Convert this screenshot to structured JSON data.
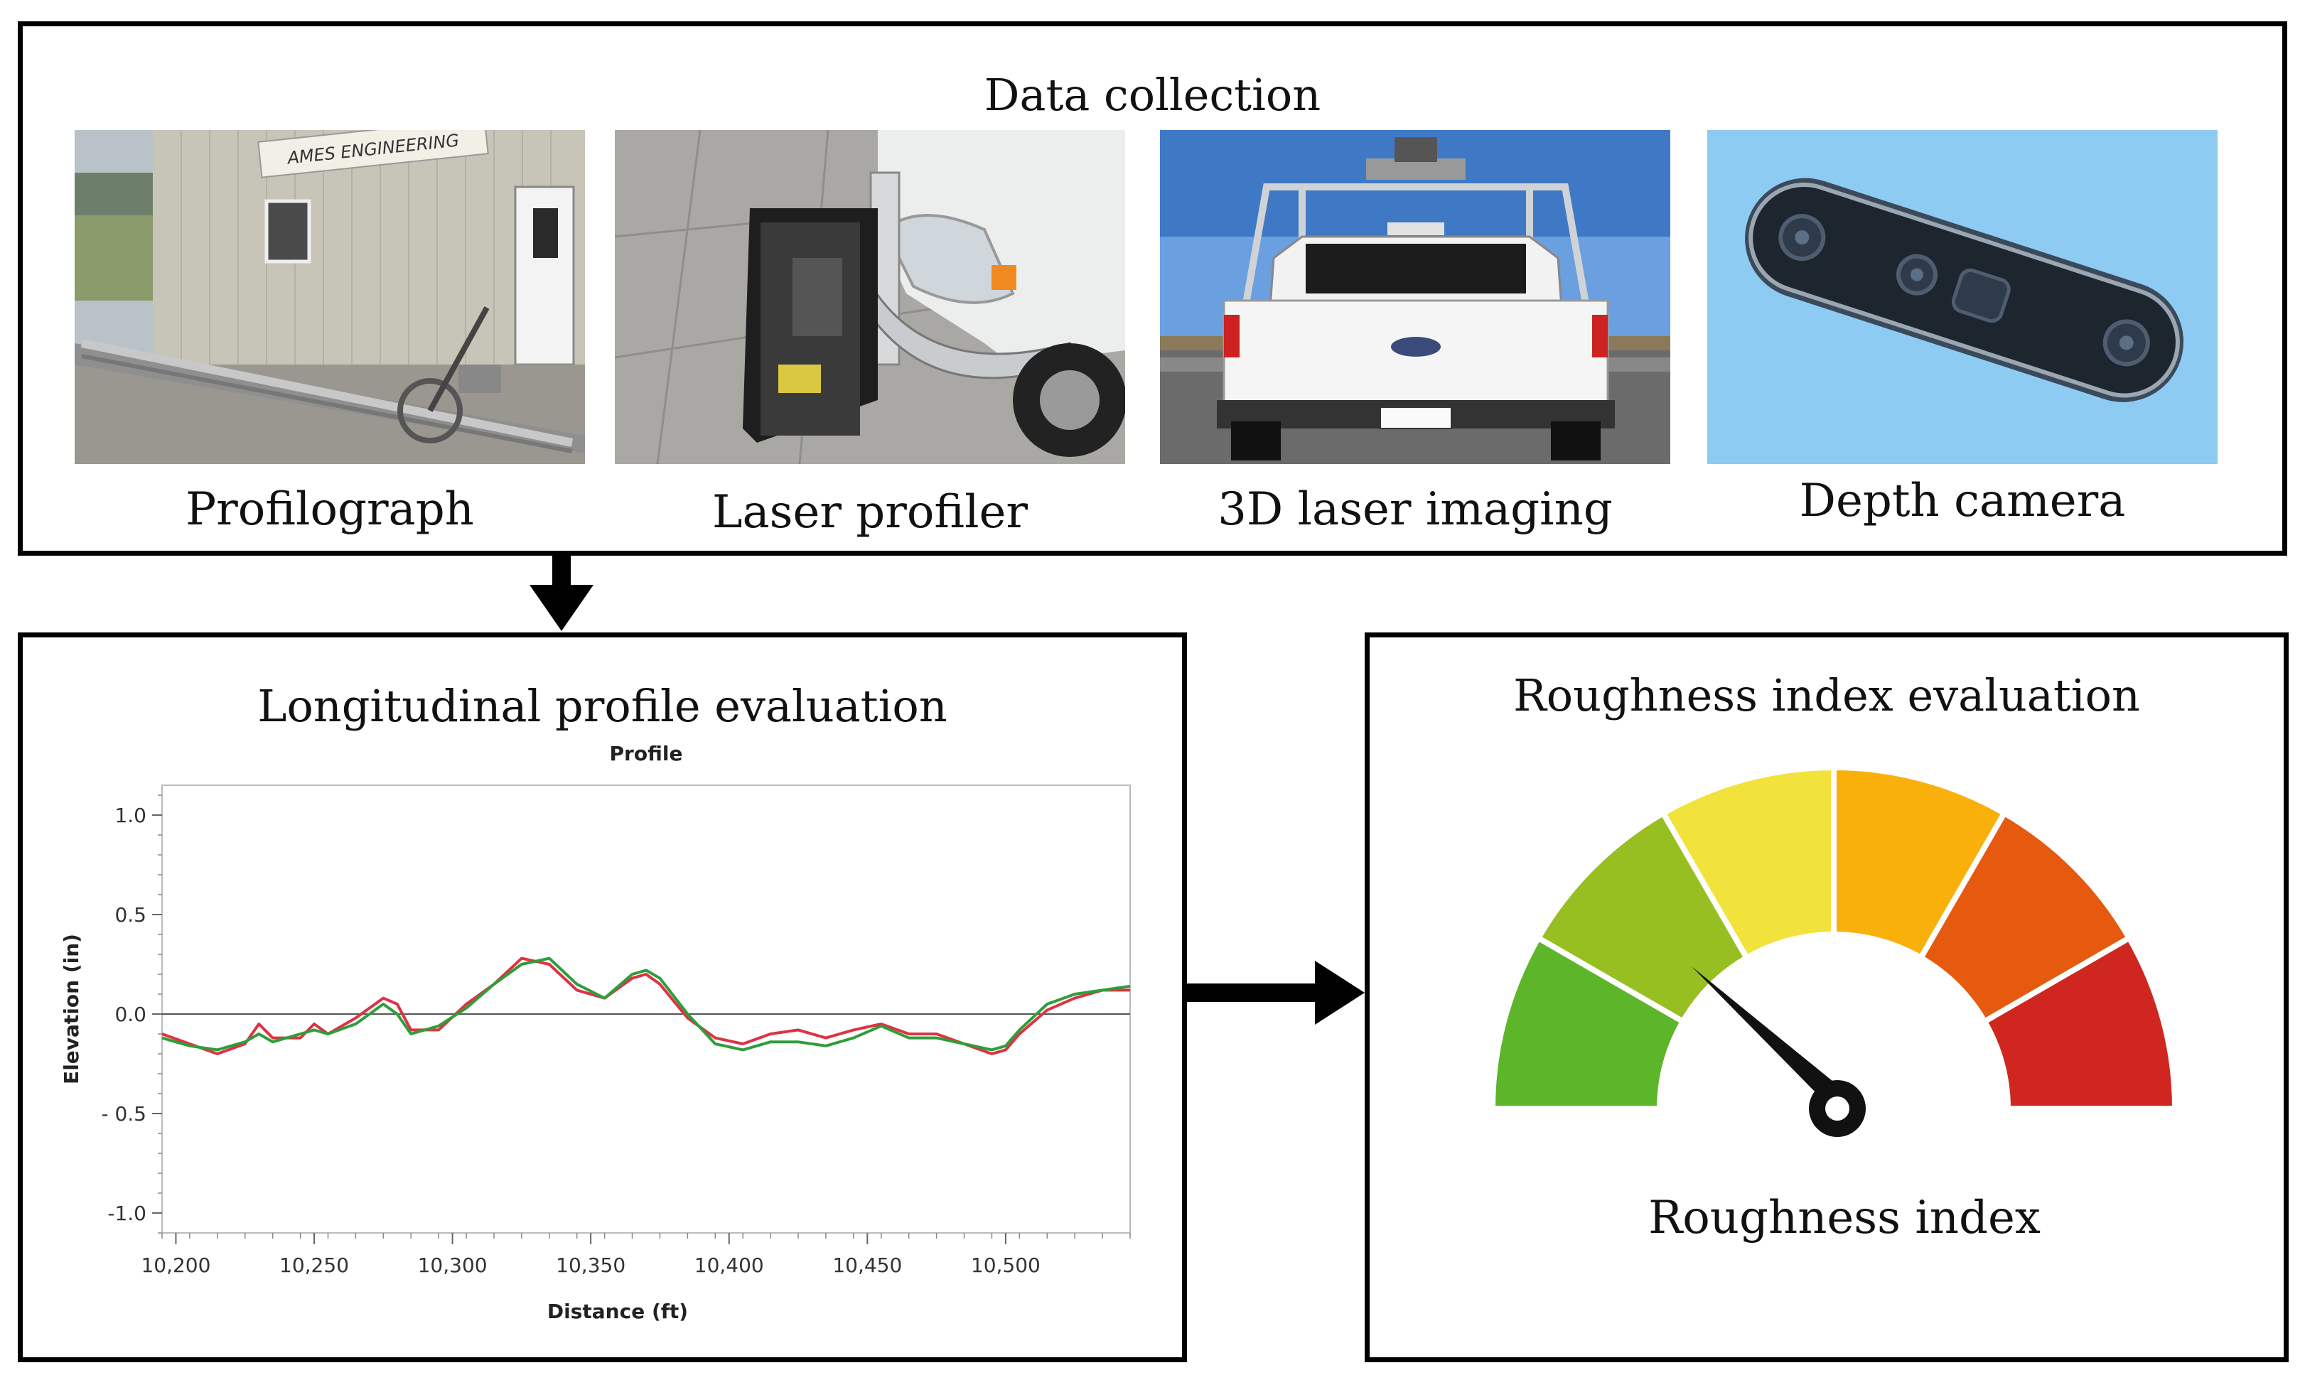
{
  "data_collection": {
    "title": "Data collection",
    "items": [
      {
        "caption": "Profilograph",
        "sign_text": "AMES ENGINEERING"
      },
      {
        "caption": "Laser profiler"
      },
      {
        "caption": "3D laser imaging"
      },
      {
        "caption": "Depth camera"
      }
    ]
  },
  "profile_panel": {
    "title": "Longitudinal profile evaluation",
    "chart_data": {
      "type": "line",
      "title": "Profile",
      "xlabel": "Distance (ft)",
      "ylabel": "Elevation (in)",
      "xlim": [
        10195,
        10545
      ],
      "ylim": [
        -1.1,
        1.15
      ],
      "x_ticks": [
        10200,
        10250,
        10300,
        10350,
        10400,
        10450,
        10500
      ],
      "x_tick_labels": [
        "10,200",
        "10,250",
        "10,300",
        "10,350",
        "10,400",
        "10,450",
        "10,500"
      ],
      "y_ticks": [
        1.0,
        0.5,
        0.0,
        -0.5,
        -1.0
      ],
      "y_tick_labels": [
        "1.0",
        "0.5",
        "0.0",
        "- 0.5",
        "-1.0"
      ],
      "colors": [
        "#dd3344",
        "#2e9e3a"
      ],
      "x": [
        10195,
        10205,
        10215,
        10225,
        10230,
        10235,
        10245,
        10250,
        10255,
        10265,
        10275,
        10280,
        10285,
        10295,
        10305,
        10315,
        10325,
        10335,
        10345,
        10355,
        10365,
        10370,
        10375,
        10385,
        10395,
        10405,
        10415,
        10425,
        10435,
        10445,
        10455,
        10465,
        10475,
        10485,
        10495,
        10500,
        10505,
        10515,
        10525,
        10535,
        10545
      ],
      "series": [
        {
          "values": [
            -0.1,
            -0.15,
            -0.2,
            -0.15,
            -0.05,
            -0.12,
            -0.12,
            -0.05,
            -0.1,
            -0.02,
            0.08,
            0.05,
            -0.08,
            -0.08,
            0.05,
            0.15,
            0.28,
            0.25,
            0.12,
            0.08,
            0.18,
            0.2,
            0.15,
            -0.02,
            -0.12,
            -0.15,
            -0.1,
            -0.08,
            -0.12,
            -0.08,
            -0.05,
            -0.1,
            -0.1,
            -0.15,
            -0.2,
            -0.18,
            -0.1,
            0.02,
            0.08,
            0.12,
            0.12
          ]
        },
        {
          "values": [
            -0.12,
            -0.16,
            -0.18,
            -0.14,
            -0.1,
            -0.14,
            -0.1,
            -0.08,
            -0.1,
            -0.05,
            0.05,
            0.0,
            -0.1,
            -0.06,
            0.03,
            0.15,
            0.25,
            0.28,
            0.15,
            0.08,
            0.2,
            0.22,
            0.18,
            0.0,
            -0.15,
            -0.18,
            -0.14,
            -0.14,
            -0.16,
            -0.12,
            -0.06,
            -0.12,
            -0.12,
            -0.15,
            -0.18,
            -0.16,
            -0.08,
            0.05,
            0.1,
            0.12,
            0.14
          ]
        }
      ]
    }
  },
  "roughness_panel": {
    "title": "Roughness index evaluation",
    "gauge_label": "Roughness index",
    "segment_colors": [
      "#5db52a",
      "#97bf22",
      "#f2e23c",
      "#f9b00a",
      "#e65a10",
      "#cf2720"
    ]
  }
}
